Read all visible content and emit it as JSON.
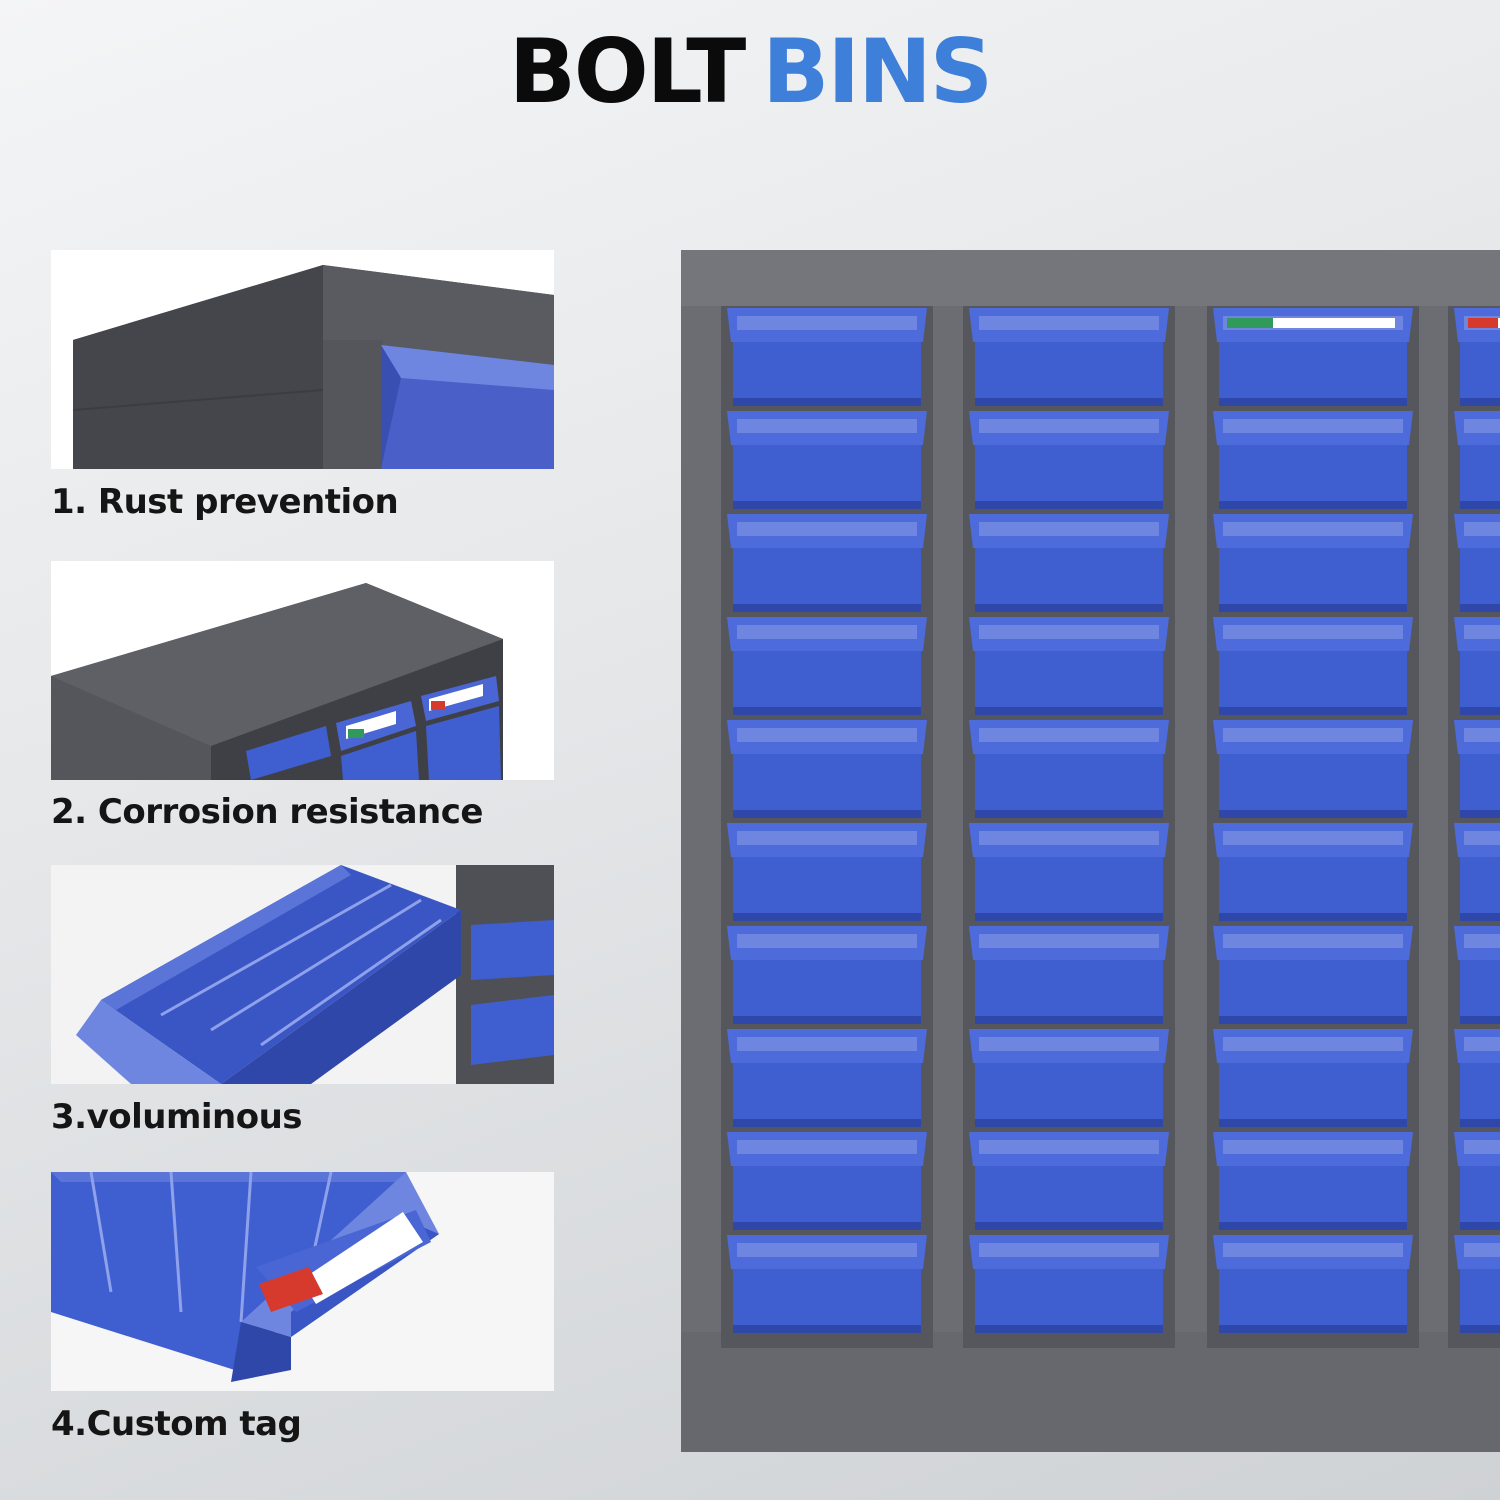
{
  "title": {
    "word1": "BOLT",
    "word2": "BINS"
  },
  "colors": {
    "accent": "#3d7fd9",
    "bin_blue": "#3f5fd0",
    "cabinet_gray": "#6b6d73",
    "tag_red": "#d63a2c",
    "tag_green": "#2f9a5a"
  },
  "features": [
    {
      "label": "1. Rust prevention"
    },
    {
      "label": "2. Corrosion resistance"
    },
    {
      "label": "3.voluminous"
    },
    {
      "label": "4.Custom tag"
    }
  ],
  "cabinet": {
    "visible_columns": 4,
    "rows": 10
  }
}
